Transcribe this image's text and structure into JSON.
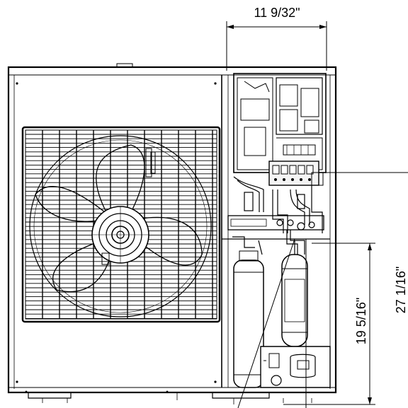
{
  "diagram": {
    "dimensions": {
      "width_top": "11 9/32\"",
      "height_inner": "19 5/16\"",
      "height_outer": "27 1/16\""
    },
    "colors": {
      "line": "#000000",
      "background": "#ffffff",
      "housing_fill": "#f4f4f4"
    }
  }
}
